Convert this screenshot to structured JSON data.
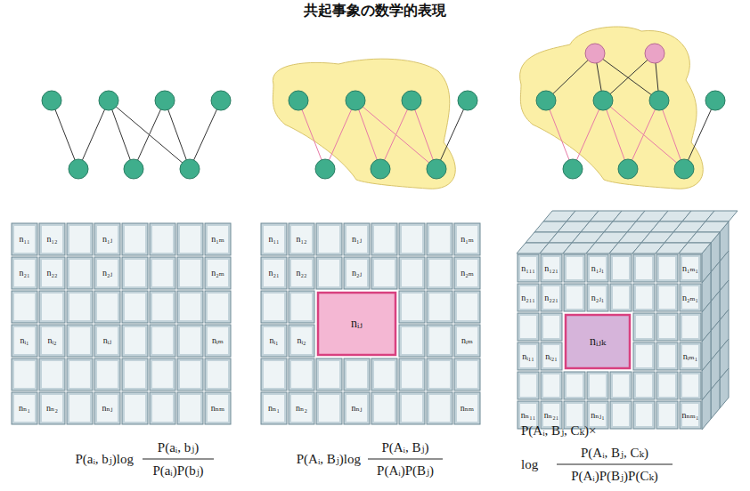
{
  "diagram": {
    "title": "共起事象の数学的表現",
    "labels": [
      "n₁₁",
      "n₁₂",
      "n₁ⱼ",
      "n₁ₘ",
      "n₂₁",
      "n₂₂",
      "n₂ⱼ",
      "n₂ₘ",
      "nᵢ₁",
      "nᵢ₂",
      "nᵢⱼ",
      "nᵢₘ",
      "nₙ₁",
      "nₙ₂",
      "nₙⱼ",
      "nₙₘ",
      "n₁₁",
      "n₁₂",
      "n₁ⱼ",
      "n₁ₘ",
      "n₂₁",
      "n₂₂",
      "n₂ⱼ",
      "n₂ₘ",
      "nᵢ₁",
      "nᵢ₂",
      "nᵢₘ",
      "nₙ₁",
      "nₙ₂",
      "nₙⱼ",
      "nₙₘ",
      "nᵢⱼ",
      "n₁₁₁",
      "n₁₂₁",
      "n₁ⱼ₁",
      "n₁ₘ₁",
      "n₂₁₁",
      "n₂₂₁",
      "n₂ⱼ₁",
      "n₂ₘ₁",
      "nᵢ₁₁",
      "nᵢ₂₁",
      "nᵢₘ₁",
      "nₙ₁₁",
      "nₙ₂₁",
      "nₙⱼ₁",
      "nₙₘ₁",
      "nᵢⱼₖ",
      "P(aᵢ, bⱼ)log",
      "P(aᵢ, bⱼ)",
      "P(aᵢ)P(bⱼ)",
      "P(Aᵢ, Bⱼ)log",
      "P(Aᵢ, Bⱼ)",
      "P(Aᵢ)P(Bⱼ)",
      "P(Aᵢ, Bⱼ, Cₖ)×",
      "log",
      "P(Aᵢ, Bⱼ, Cₖ)",
      "P(Aᵢ)P(Bⱼ)P(Cₖ)"
    ]
  }
}
